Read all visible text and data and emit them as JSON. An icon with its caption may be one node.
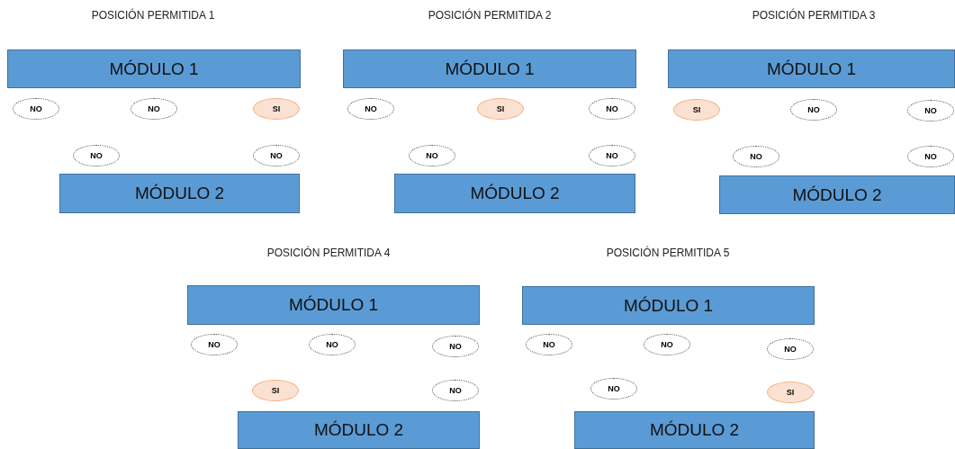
{
  "diagram": {
    "nodes": [
      {
        "text": [
          "MÓDULO 1"
        ]
      },
      {
        "text": [
          "NO"
        ]
      },
      {
        "text": [
          "NO"
        ]
      },
      {
        "text": [
          "SI"
        ]
      },
      {
        "text": [
          "NO"
        ]
      },
      {
        "text": [
          "NO"
        ]
      },
      {
        "text": [
          "MÓDULO 2"
        ]
      },
      {
        "text": [
          "MÓDULO 1"
        ]
      },
      {
        "text": [
          "NO"
        ]
      },
      {
        "text": [
          "SI"
        ]
      },
      {
        "text": [
          "NO"
        ]
      },
      {
        "text": [
          "NO"
        ]
      },
      {
        "text": [
          "NO"
        ]
      },
      {
        "text": [
          "MÓDULO 2"
        ]
      },
      {
        "text": [
          "MÓDULO 1"
        ]
      },
      {
        "text": [
          "SI"
        ]
      },
      {
        "text": [
          "NO"
        ]
      },
      {
        "text": [
          "NO"
        ]
      },
      {
        "text": [
          "NO"
        ]
      },
      {
        "text": [
          "NO"
        ]
      },
      {
        "text": [
          "MÓDULO 2"
        ]
      },
      {
        "text": [
          "MÓDULO 1"
        ]
      },
      {
        "text": [
          "NO"
        ]
      },
      {
        "text": [
          "NO"
        ]
      },
      {
        "text": [
          "NO"
        ]
      },
      {
        "text": [
          "SI"
        ]
      },
      {
        "text": [
          "NO"
        ]
      },
      {
        "text": [
          "MÓDULO 2"
        ]
      },
      {
        "text": [
          "MÓDULO 1"
        ]
      },
      {
        "text": [
          "NO"
        ]
      },
      {
        "text": [
          "NO"
        ]
      },
      {
        "text": [
          "NO"
        ]
      },
      {
        "text": [
          "NO"
        ]
      },
      {
        "text": [
          "SI"
        ]
      },
      {
        "text": [
          "MÓDULO 2"
        ]
      }
    ],
    "labels": [
      "POSICIÓN PERMITIDA 1",
      "POSICIÓN PERMITIDA 2",
      "POSICIÓN PERMITIDA 3",
      "POSICIÓN PERMITIDA 4",
      "POSICIÓN PERMITIDA 5"
    ]
  }
}
